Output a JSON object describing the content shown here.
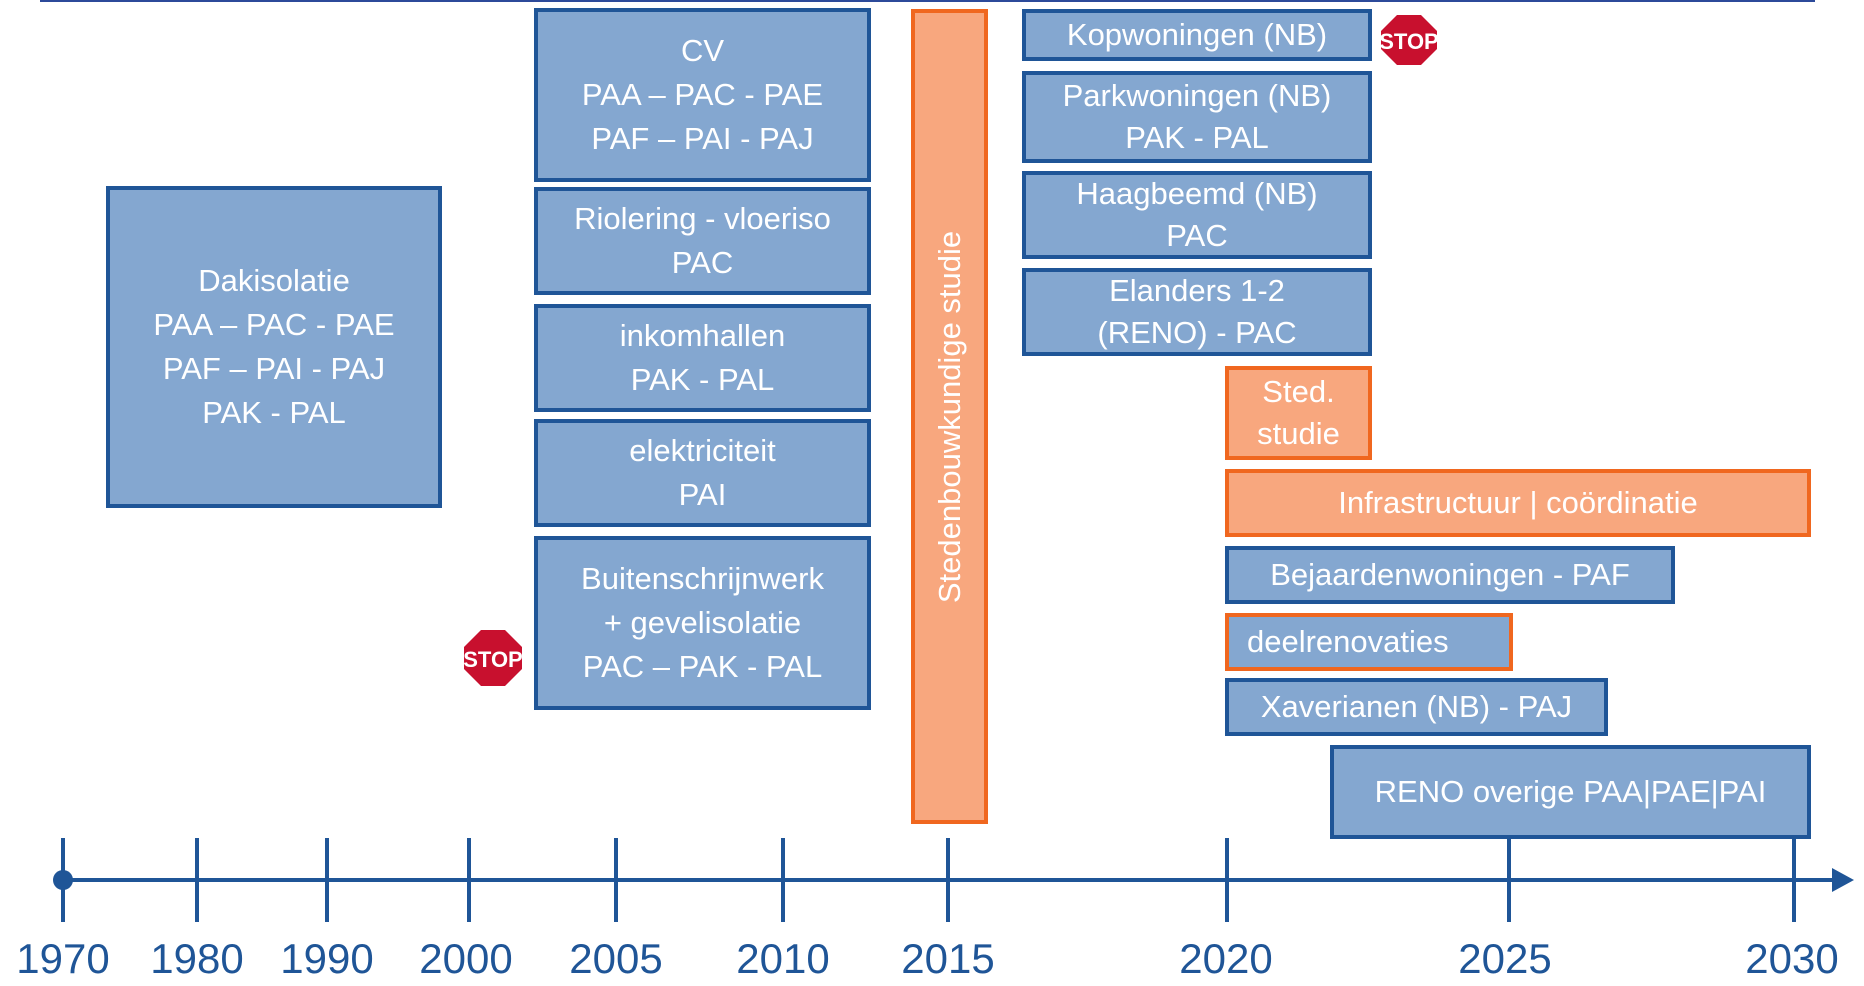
{
  "boxes": {
    "dakisolatie": [
      "Dakisolatie",
      "PAA – PAC - PAE",
      "PAF – PAI - PAJ",
      "PAK - PAL"
    ],
    "cv": [
      "CV",
      "PAA – PAC - PAE",
      "PAF – PAI - PAJ"
    ],
    "riolering": [
      "Riolering - vloeriso",
      "PAC"
    ],
    "inkomhallen": [
      "inkomhallen",
      "PAK - PAL"
    ],
    "elektriciteit": [
      "elektriciteit",
      "PAI"
    ],
    "buitenschrijnwerk": [
      "Buitenschrijnwerk",
      "+ gevelisolatie",
      "PAC – PAK - PAL"
    ],
    "stedenbouwkundige_studie": "Stedenbouwkundige studie",
    "kopwoningen": [
      "Kopwoningen (NB)"
    ],
    "parkwoningen": [
      "Parkwoningen (NB)",
      "PAK - PAL"
    ],
    "haagbeemd": [
      "Haagbeemd (NB)",
      "PAC"
    ],
    "elanders": [
      "Elanders 1-2",
      "(RENO) - PAC"
    ],
    "sted_studie": [
      "Sted.",
      "studie"
    ],
    "infrastructuur": [
      "Infrastructuur | coördinatie"
    ],
    "bejaardenwoningen": [
      "Bejaardenwoningen - PAF"
    ],
    "deelrenovaties": [
      "deelrenovaties"
    ],
    "xaverianen": [
      "Xaverianen (NB) - PAJ"
    ],
    "reno_overige": [
      "RENO overige PAA|PAE|PAI"
    ]
  },
  "stop_signs": [
    "STOP",
    "STOP"
  ],
  "timeline": {
    "years": [
      "1970",
      "1980",
      "1990",
      "2000",
      "2005",
      "2010",
      "2015",
      "2020",
      "2025",
      "2030"
    ]
  },
  "colors": {
    "blue_fill": "#84a7d0",
    "blue_border": "#1f5597",
    "orange_fill": "#f8a77e",
    "orange_border": "#f0671f",
    "stop_red": "#c8102e"
  }
}
